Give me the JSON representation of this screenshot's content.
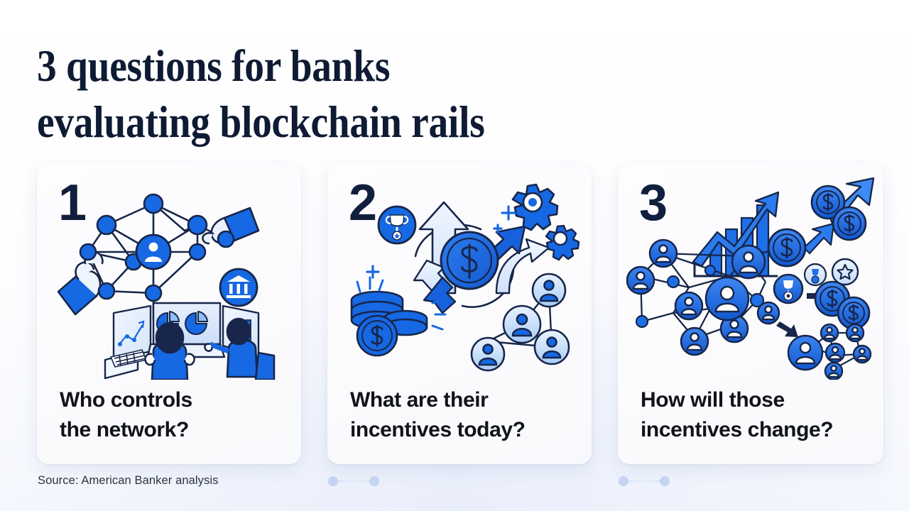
{
  "page": {
    "title": "3 questions for banks\nevaluating blockchain rails",
    "source": "Source: American Banker analysis",
    "colors": {
      "title_navy": "#0e1b33",
      "number_navy": "#101f3d",
      "label_black": "#11131b",
      "accent_blue": "#1668e3",
      "stroke_navy": "#17264a",
      "light_blue": "#c6d4f3",
      "card_bg": "#fbfbfd",
      "page_bg": "#ffffff"
    }
  },
  "cards": [
    {
      "number": "1",
      "label": "Who controls\nthe network?",
      "illustration": "blockchain-network-control-room",
      "icons": [
        "network-graph-icon",
        "user-node-icon",
        "hand-icon",
        "bank-icon",
        "monitor-dashboard-icon",
        "keyboard-icon",
        "analyst-person-icon",
        "pie-chart-icon",
        "bar-chart-icon",
        "line-chart-icon"
      ]
    },
    {
      "number": "2",
      "label": "What are their\nincentives today?",
      "illustration": "incentives-money-flow",
      "icons": [
        "dollar-coin-icon",
        "coin-stack-icon",
        "up-arrow-icon",
        "down-arrow-icon",
        "gear-icon",
        "trophy-medal-icon",
        "sparkle-icon",
        "people-network-icon"
      ]
    },
    {
      "number": "3",
      "label": "How will those\nincentives change?",
      "illustration": "changing-incentives-growth-network",
      "icons": [
        "growth-bar-chart-icon",
        "trend-arrow-icon",
        "dollar-coin-icon",
        "medal-icon",
        "star-badge-icon",
        "people-network-icon",
        "right-arrow-icon"
      ]
    }
  ],
  "connectors": [
    {
      "name": "connector-1-2",
      "dots": 2
    },
    {
      "name": "connector-2-3",
      "dots": 2
    }
  ]
}
